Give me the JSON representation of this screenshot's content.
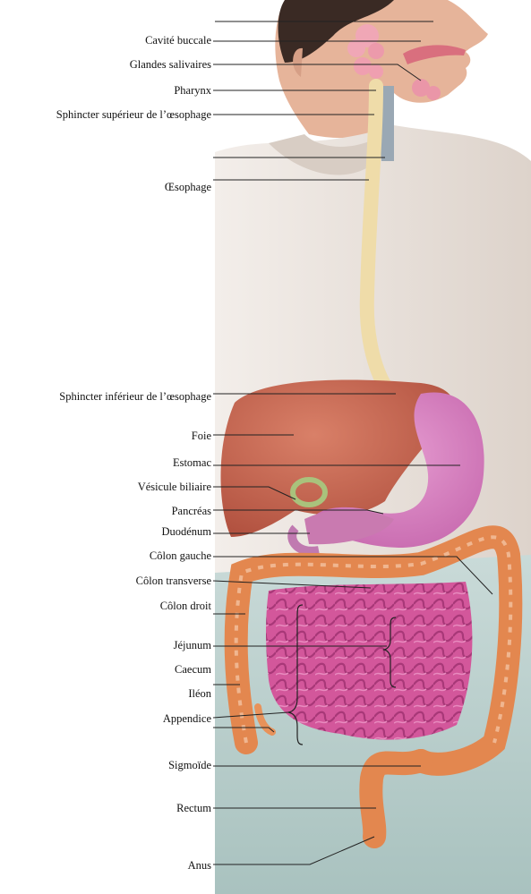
{
  "labels": [
    {
      "id": "cavite-buccale",
      "text": "Cavité buccale"
    },
    {
      "id": "glandes-salivaires",
      "text": "Glandes salivaires"
    },
    {
      "id": "pharynx",
      "text": "Pharynx"
    },
    {
      "id": "sphincter-superieur",
      "text": "Sphincter supérieur de l’œsophage"
    },
    {
      "id": "oesophage",
      "text": "Œsophage"
    },
    {
      "id": "sphincter-inferieur",
      "text": "Sphincter inférieur de l’œsophage"
    },
    {
      "id": "foie",
      "text": "Foie"
    },
    {
      "id": "estomac",
      "text": "Estomac"
    },
    {
      "id": "vesicule-biliaire",
      "text": "Vésicule biliaire"
    },
    {
      "id": "pancreas",
      "text": "Pancréas"
    },
    {
      "id": "duodenum",
      "text": "Duodénum"
    },
    {
      "id": "colon-gauche",
      "text": "Côlon gauche"
    },
    {
      "id": "colon-transverse",
      "text": "Côlon transverse"
    },
    {
      "id": "colon-droit",
      "text": "Côlon droit"
    },
    {
      "id": "jejunum",
      "text": "Jéjunum"
    },
    {
      "id": "caecum",
      "text": "Caecum"
    },
    {
      "id": "ileon",
      "text": "Iléon"
    },
    {
      "id": "appendice",
      "text": "Appendice"
    },
    {
      "id": "sigmoide",
      "text": "Sigmoïde"
    },
    {
      "id": "rectum",
      "text": "Rectum"
    },
    {
      "id": "anus",
      "text": "Anus"
    }
  ],
  "colors": {
    "skin": "#e8b9a0",
    "shirt": "#ece6e0",
    "pants": "#c7d8d6",
    "liver": "#c9664f",
    "stomach": "#d07ab8",
    "colon": "#e0844f",
    "small_intestine": "#d2569a",
    "esophagus": "#f1e0b2",
    "gallbladder": "#a8c27a",
    "leader_line": "#222222"
  }
}
